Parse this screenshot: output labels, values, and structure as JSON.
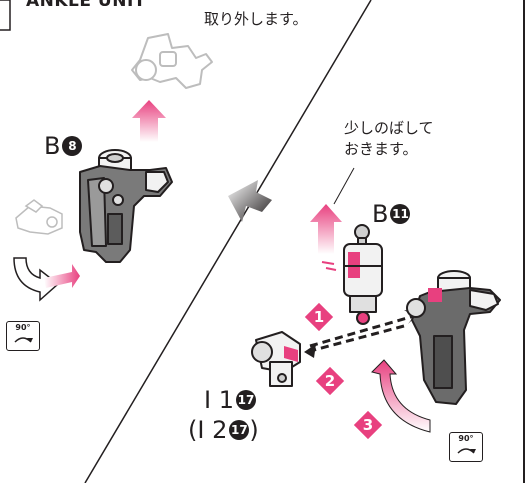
{
  "header": {
    "title": "ANKLE UNIT"
  },
  "notes": {
    "remove": "取り外します。",
    "extend_line1": "少しのばして",
    "extend_line2": "おきます。"
  },
  "parts": {
    "b8": {
      "label": "B",
      "number": "8"
    },
    "b11": {
      "label": "B",
      "number": "11"
    },
    "i1": {
      "label": "I 1",
      "number": "17"
    },
    "i2": {
      "open": "(",
      "label": "I 2",
      "number": "17",
      "close": ")"
    }
  },
  "steps": [
    "1",
    "2",
    "3"
  ],
  "rotate_badges": {
    "left": "90°",
    "right": "90°"
  },
  "colors": {
    "accent": "#e8407f",
    "part_dark": "#6b6b6b",
    "part_light": "#f2f2f2",
    "outline": "#231f20"
  }
}
